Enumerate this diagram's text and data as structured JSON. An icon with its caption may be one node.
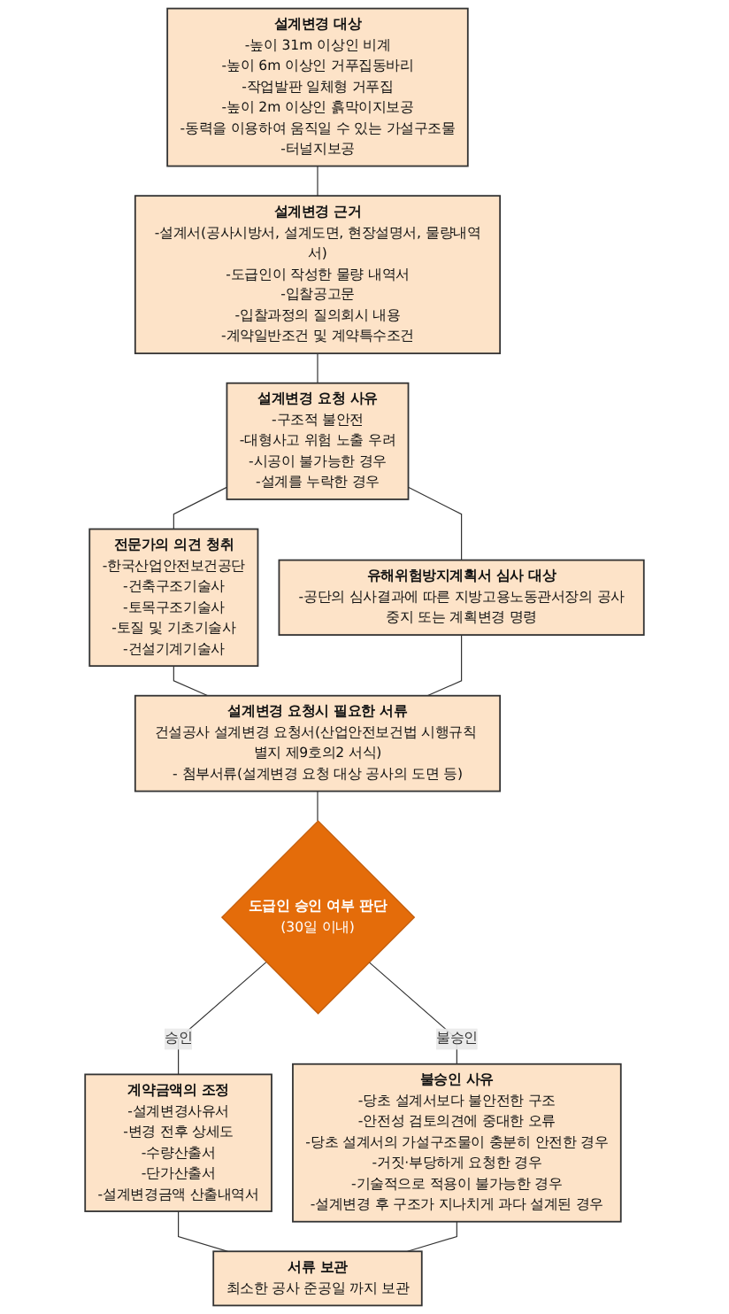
{
  "diagram": {
    "nodes": [
      {
        "text": [
          "설계변경 대상",
          "-높이 31m 이상인 비계",
          "-높이 6m 이상인 거푸집동바리",
          "-작업발판 일체형 거푸집",
          "-높이 2m 이상인 흙막이지보공",
          "-동력을 이용하여 움직일 수 있는 가설구조물",
          "-터널지보공"
        ]
      },
      {
        "text": [
          "설계변경 근거",
          "-설계서(공사시방서, 설계도면, 현장설명서, 물량내역서)",
          "-도급인이 작성한 물량 내역서",
          "-입찰공고문",
          "-입찰과정의 질의회시 내용",
          "-계약일반조건 및 계약특수조건"
        ]
      },
      {
        "text": [
          "설계변경 요청 사유",
          "-구조적 불안전",
          "-대형사고 위험 노출 우려",
          "-시공이 불가능한 경우",
          "-설계를 누락한 경우"
        ]
      },
      {
        "text": [
          "전문가의 의견 청취",
          "-한국산업안전보건공단",
          "-건축구조기술사",
          "-토목구조기술사",
          "-토질 및 기초기술사",
          "-건설기계기술사"
        ]
      },
      {
        "text": [
          "유해위험방지계획서 심사 대상",
          "-공단의 심사결과에 따른 지방고용노동관서장의 공사중지 또는 계획변경 명령"
        ]
      },
      {
        "text": [
          "설계변경 요청시 필요한 서류",
          "건설공사 설계변경 요청서(산업안전보건법 시행규칙 별지 제9호의2 서식)",
          "- 첨부서류(설계변경 요청 대상 공사의 도면 등)"
        ]
      },
      {
        "text": [
          "도급인 승인 여부 판단",
          "(30일 이내)"
        ]
      },
      {
        "text": [
          "계약금액의 조정",
          "-설계변경사유서",
          "-변경 전후 상세도",
          "-수량산출서",
          "-단가산출서",
          "-설계변경금액 산출내역서"
        ]
      },
      {
        "text": [
          "불승인 사유",
          "-당초 설계서보다 불안전한 구조",
          "-안전성 검토의견에 중대한 오류",
          "-당초 설계서의 가설구조물이 충분히 안전한 경우",
          "-거짓·부당하게 요청한 경우",
          "-기술적으로 적용이 불가능한 경우",
          "-설계변경 후 구조가 지나치게 과다 설계된 경우"
        ]
      },
      {
        "text": [
          "서류 보관",
          "최소한 공사 준공일 까지 보관"
        ]
      }
    ],
    "edges": [
      {
        "from": 0,
        "to": 1,
        "arrow": "none"
      },
      {
        "from": 1,
        "to": 2,
        "arrow": "none"
      },
      {
        "from": 2,
        "to": 3,
        "arrow": "none"
      },
      {
        "from": 2,
        "to": 4,
        "arrow": "none"
      },
      {
        "from": 3,
        "to": 5,
        "arrow": "none"
      },
      {
        "from": 4,
        "to": 5,
        "arrow": "none"
      },
      {
        "from": 5,
        "to": 6,
        "arrow": "none"
      },
      {
        "from": 6,
        "to": 7,
        "label": "승인",
        "arrow": "none"
      },
      {
        "from": 6,
        "to": 8,
        "label": "불승인",
        "arrow": "none"
      },
      {
        "from": 7,
        "to": 9,
        "arrow": "none"
      },
      {
        "from": 8,
        "to": 9,
        "arrow": "none"
      }
    ]
  }
}
